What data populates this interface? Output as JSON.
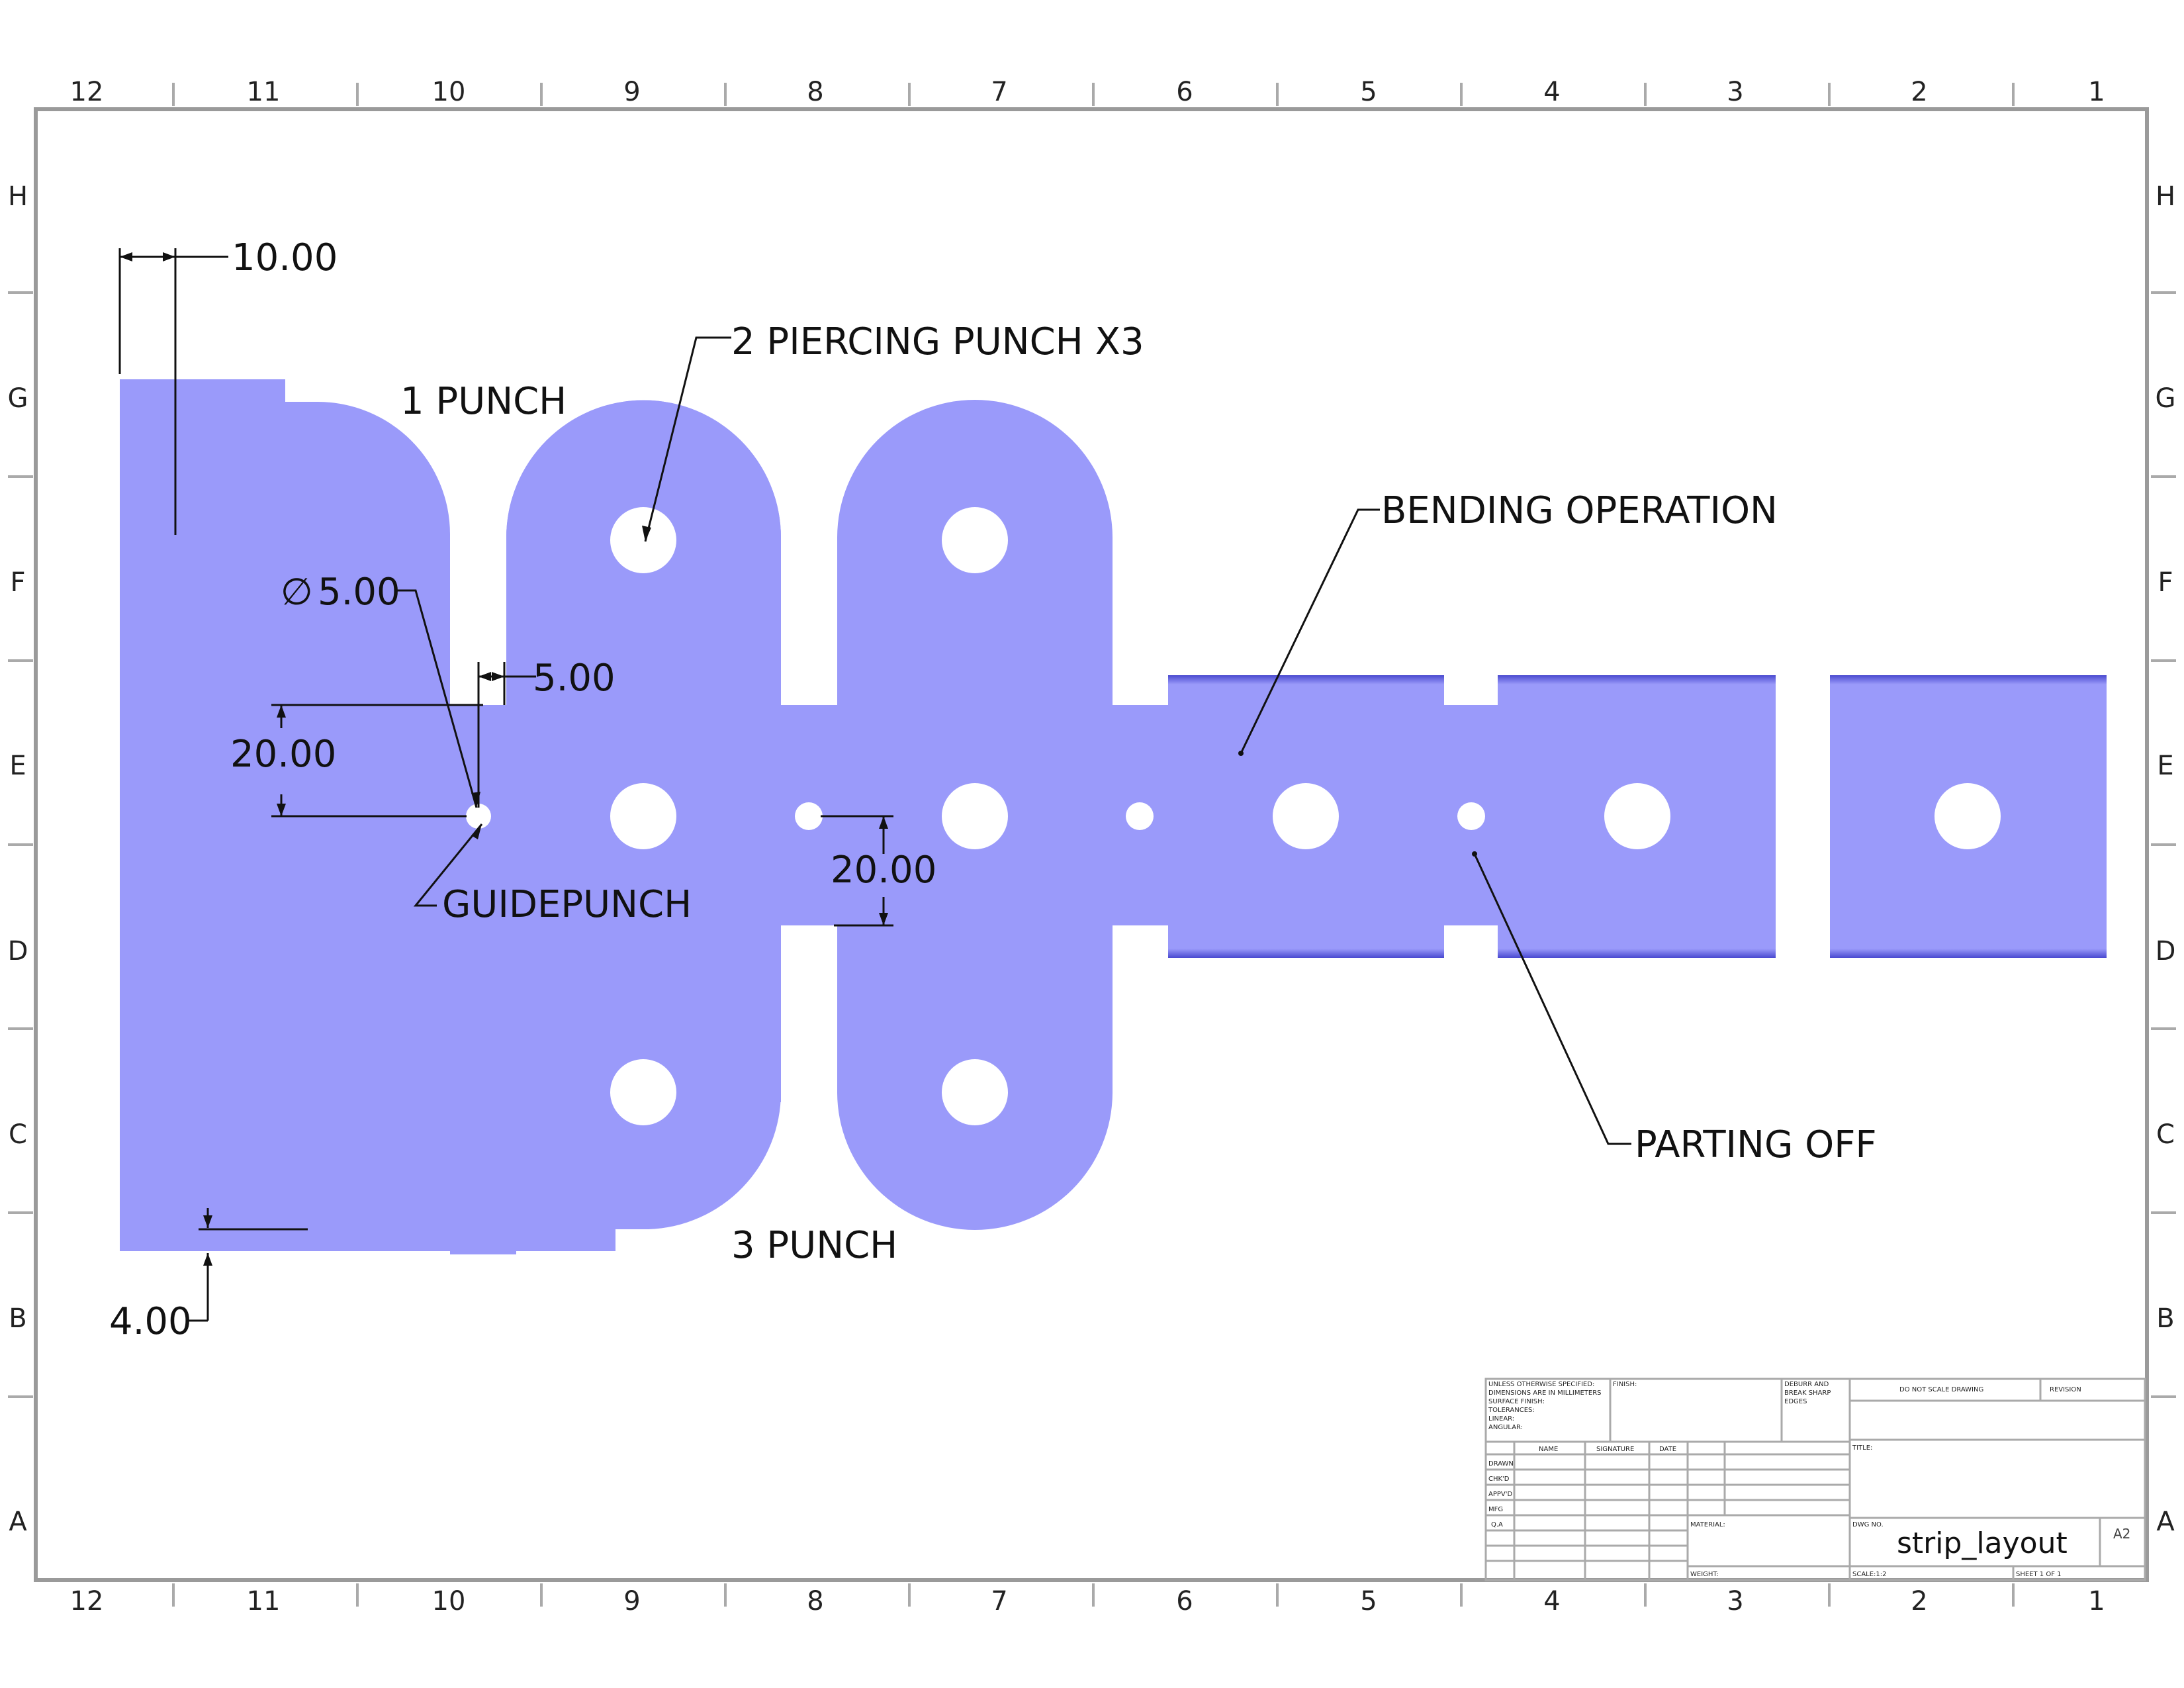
{
  "zones": {
    "columns": [
      "12",
      "11",
      "10",
      "9",
      "8",
      "7",
      "6",
      "5",
      "4",
      "3",
      "2",
      "1"
    ],
    "rows": [
      "H",
      "G",
      "F",
      "E",
      "D",
      "C",
      "B",
      "A"
    ]
  },
  "notes": {
    "punch1": "1 PUNCH",
    "piercing": "2 PIERCING PUNCH X3",
    "punch3": "3 PUNCH",
    "bending": "BENDING OPERATION",
    "parting": "PARTING OFF",
    "guide": "GUIDEPUNCH"
  },
  "dimensions": {
    "top_width": "10.00",
    "dia_symbol": "∅",
    "diameter": "5.00",
    "offset": "5.00",
    "left_vertical": "20.00",
    "center_vertical": "20.00",
    "bottom": "4.00"
  },
  "title_block": {
    "tolerance_lines": [
      "UNLESS OTHERWISE SPECIFIED:",
      "DIMENSIONS ARE IN MILLIMETERS",
      "SURFACE FINISH:",
      "TOLERANCES:",
      "   LINEAR:",
      "   ANGULAR:"
    ],
    "finish": "FINISH:",
    "deburr_lines": [
      "DEBURR AND",
      "BREAK SHARP",
      "EDGES"
    ],
    "do_not_scale": "DO NOT SCALE DRAWING",
    "revision": "REVISION",
    "title": "TITLE:",
    "col_name": "NAME",
    "col_signature": "SIGNATURE",
    "col_date": "DATE",
    "rows": [
      "DRAWN",
      "CHK'D",
      "APPV'D",
      "MFG",
      "Q.A"
    ],
    "material": "MATERIAL:",
    "weight": "WEIGHT:",
    "dwg_no_label": "DWG NO.",
    "dwg_no": "strip_layout",
    "size": "A2",
    "scale": "SCALE:1:2",
    "sheet": "SHEET 1 OF 1"
  },
  "colors": {
    "strip": "#9a9afa",
    "strip_edge": "#4a4ad0",
    "border": "#9a9a9a",
    "line": "#111111"
  }
}
